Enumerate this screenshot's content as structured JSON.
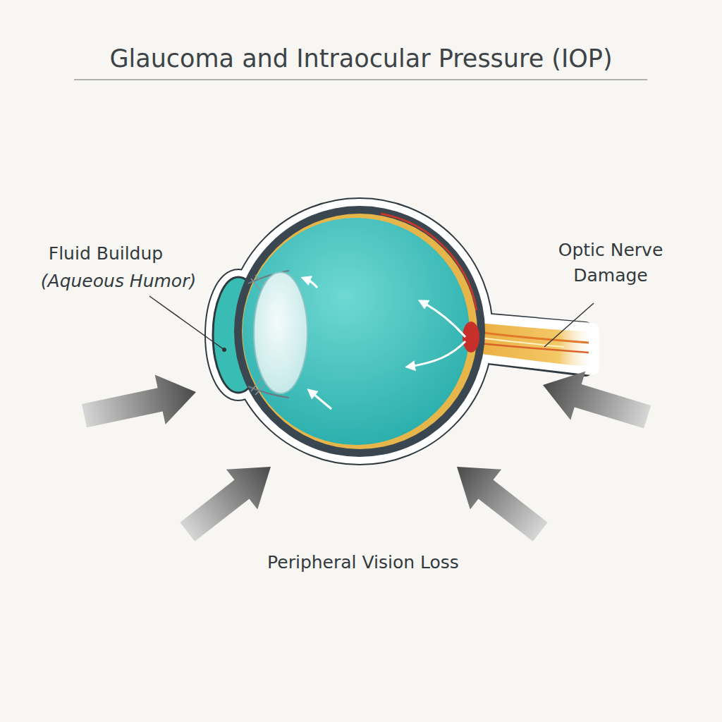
{
  "diagram": {
    "title": "Glaucoma and Intraocular Pressure (IOP)",
    "labels": [
      "Fluid Buildup",
      "(Aqueous Humor)",
      "Optic Nerve Damage",
      "Peripheral Vision Loss"
    ]
  }
}
